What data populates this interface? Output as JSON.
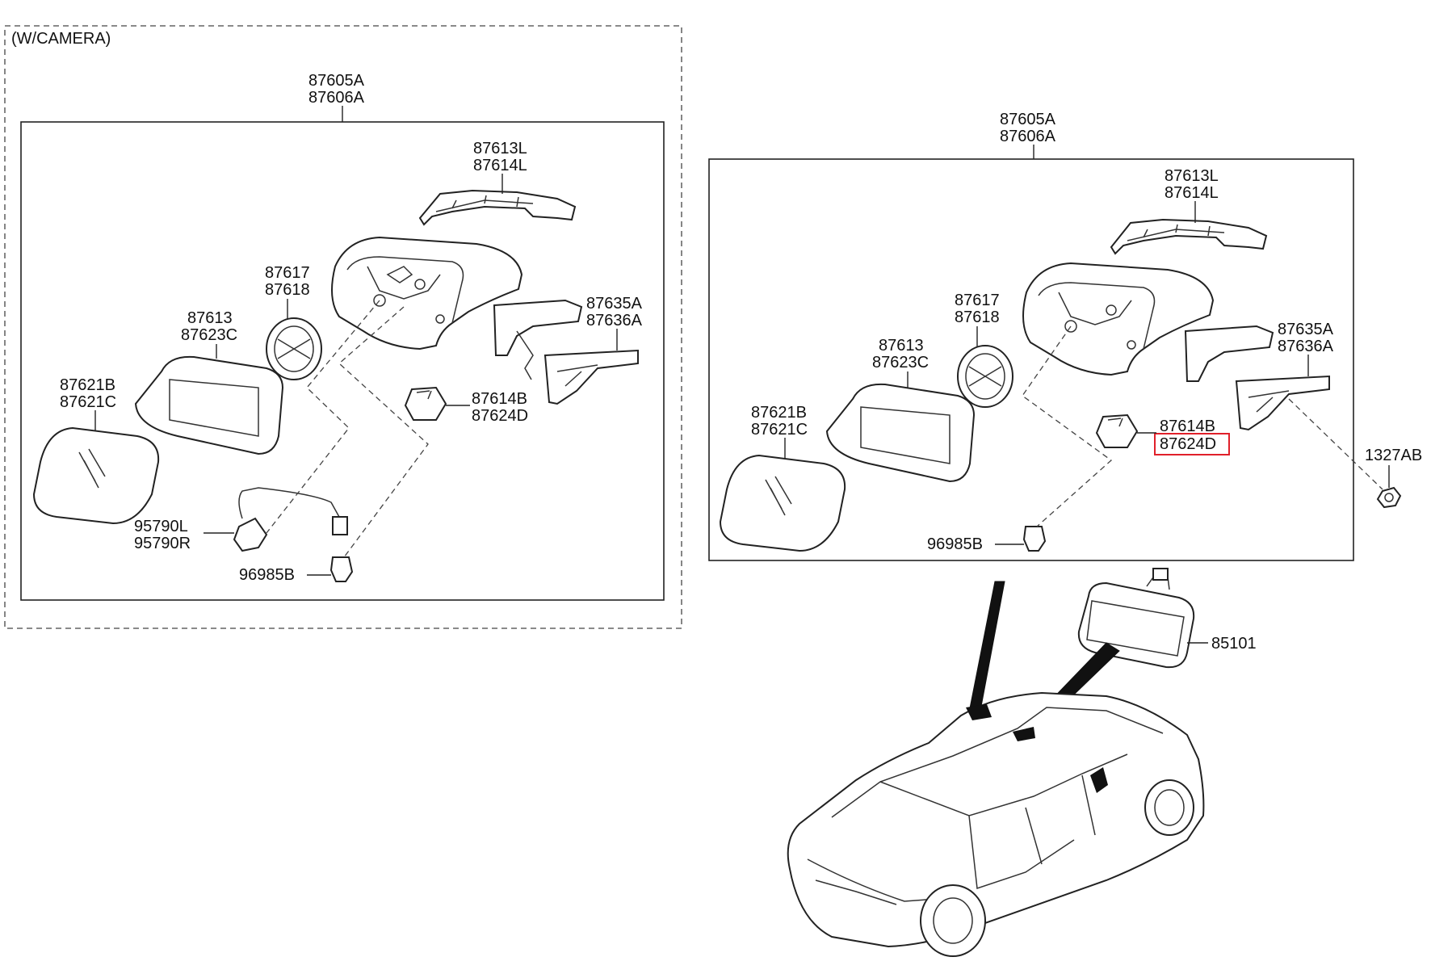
{
  "variant": {
    "camera_label": "(W/CAMERA)"
  },
  "left_group": {
    "assembly": [
      "87605A",
      "87606A"
    ],
    "cover": [
      "87613L",
      "87614L"
    ],
    "actuator": [
      "87617",
      "87618"
    ],
    "scalp": [
      "87613",
      "87623C"
    ],
    "glass": [
      "87621B",
      "87621C"
    ],
    "lamp": [
      "87614B",
      "87624D"
    ],
    "camera": [
      "95790L",
      "95790R"
    ],
    "connector": "96985B",
    "garnish": [
      "87635A",
      "87636A"
    ]
  },
  "right_group": {
    "assembly": [
      "87605A",
      "87606A"
    ],
    "cover": [
      "87613L",
      "87614L"
    ],
    "actuator": [
      "87617",
      "87618"
    ],
    "scalp": [
      "87613",
      "87623C"
    ],
    "glass": [
      "87621B",
      "87621C"
    ],
    "lamp": [
      "87614B",
      "87624D"
    ],
    "connector": "96985B",
    "garnish": [
      "87635A",
      "87636A"
    ],
    "nut": "1327AB"
  },
  "inside_mirror": "85101",
  "highlight": {
    "part": "87624D",
    "color": "#e0202a"
  }
}
